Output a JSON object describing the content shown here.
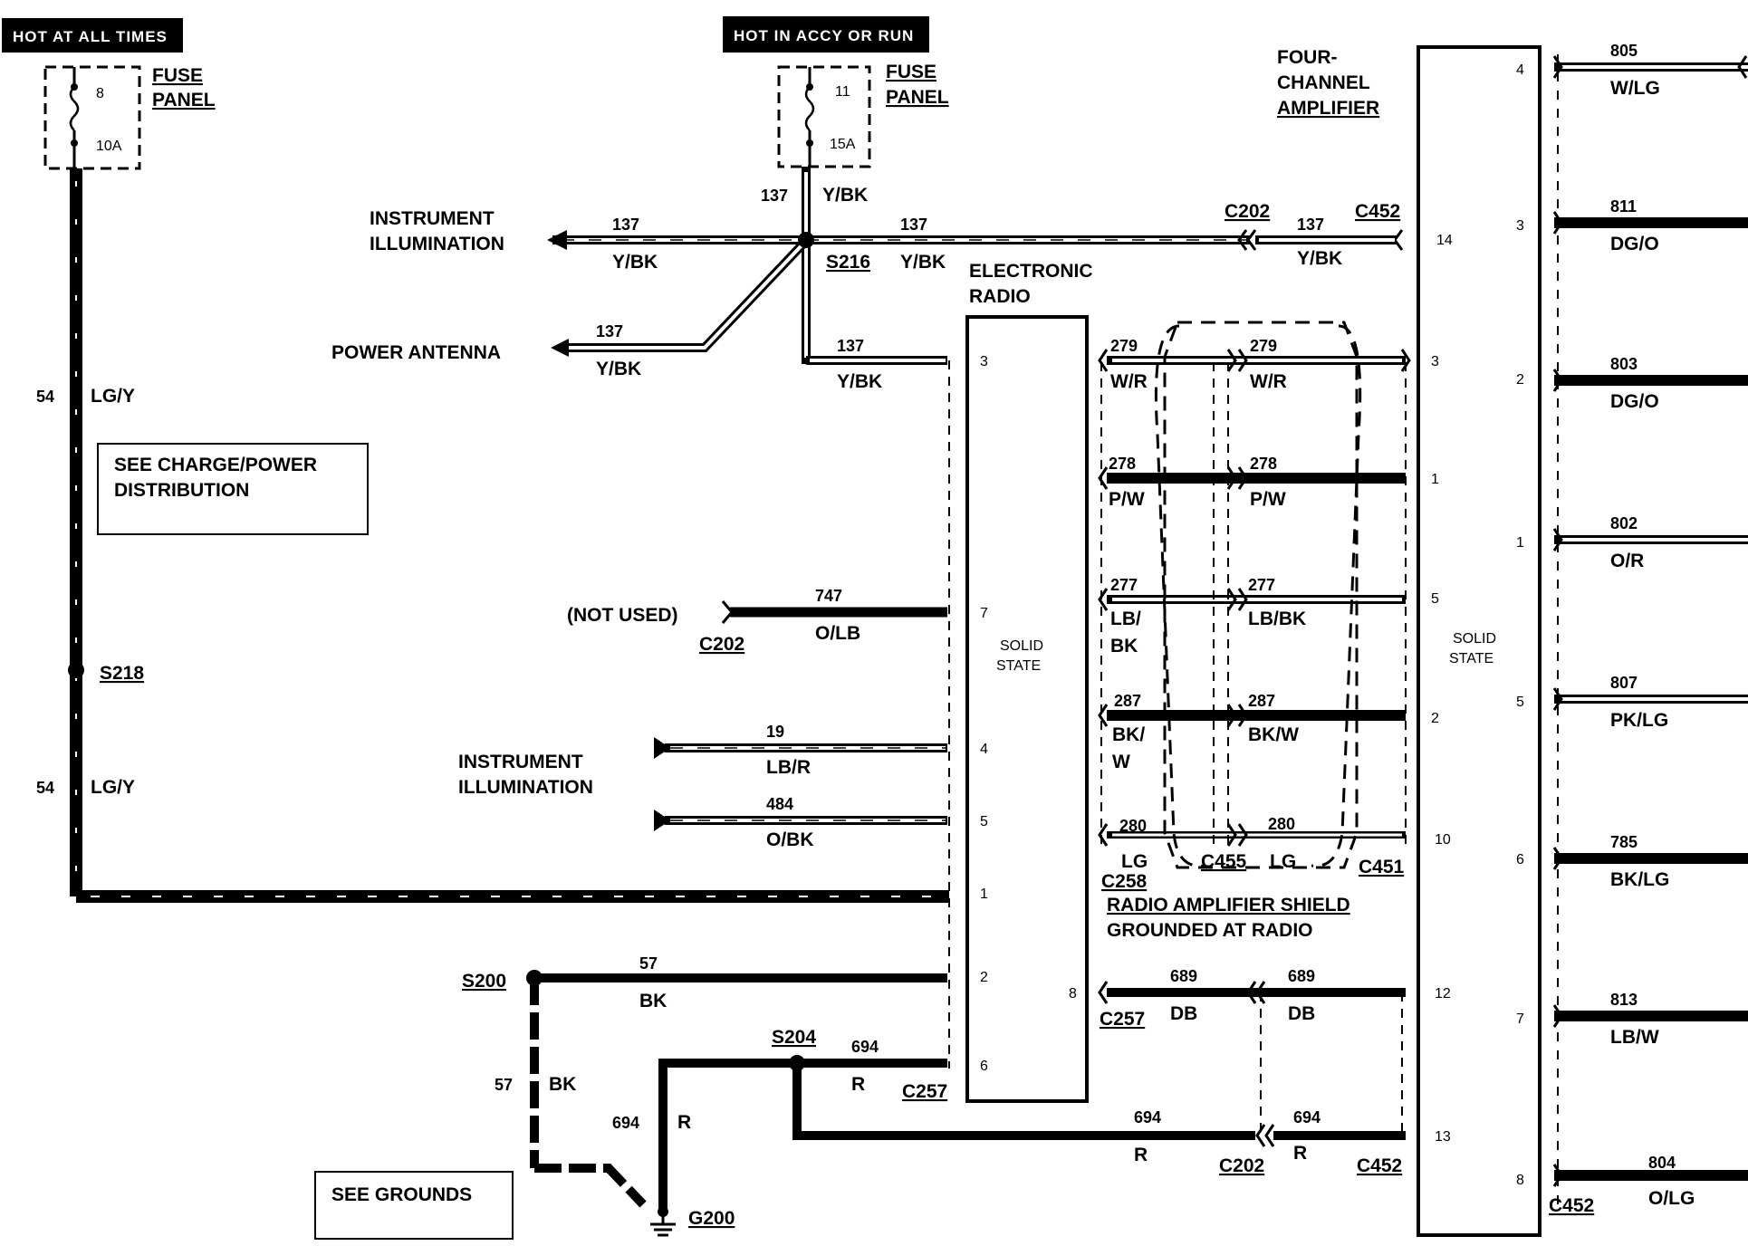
{
  "banners": {
    "hot_at_all_times": "HOT AT ALL TIMES",
    "hot_in_accy_or_run": "HOT IN ACCY OR RUN"
  },
  "fuses": {
    "left": {
      "number": "8",
      "rating": "10A",
      "label1": "FUSE",
      "label2": "PANEL"
    },
    "right": {
      "number": "11",
      "rating": "15A",
      "label1": "FUSE",
      "label2": "PANEL"
    }
  },
  "components": {
    "amplifier1": "FOUR-",
    "amplifier2": "CHANNEL",
    "amplifier3": "AMPLIFIER",
    "radio1": "ELECTRONIC",
    "radio2": "RADIO",
    "radio_state1": "SOLID",
    "radio_state2": "STATE",
    "amp_state1": "SOLID",
    "amp_state2": "STATE",
    "shield1": "RADIO AMPLIFIER SHIELD",
    "shield2": "GROUNDED AT RADIO"
  },
  "destinations": {
    "instrument_illum_top1": "INSTRUMENT",
    "instrument_illum_top2": "ILLUMINATION",
    "power_antenna": "POWER ANTENNA",
    "not_used": "(NOT USED)",
    "instrument_illum_mid1": "INSTRUMENT",
    "instrument_illum_mid2": "ILLUMINATION"
  },
  "notes": {
    "charge1": "SEE CHARGE/POWER",
    "charge2": "DISTRIBUTION",
    "grounds": "SEE GROUNDS"
  },
  "splices": {
    "s216": "S216",
    "s218": "S218",
    "s200": "S200",
    "s204": "S204",
    "g200": "G200"
  },
  "connectors": {
    "c202_top": "C202",
    "c452_top": "C452",
    "c202_nu": "C202",
    "c455": "C455",
    "c451": "C451",
    "c258": "C258",
    "c257_left": "C257",
    "c257_radio": "C257",
    "c202_bot": "C202",
    "c452_bot": "C452",
    "c452_right": "C452"
  },
  "wires": {
    "w54_num_a": "54",
    "w54_col_a": "LG/Y",
    "w54_num_b": "54",
    "w54_col_b": "LG/Y",
    "w137_vert_num": "137",
    "w137_vert_col": "Y/BK",
    "w137_left_num": "137",
    "w137_left_col": "Y/BK",
    "w137_right_num": "137",
    "w137_right_col": "Y/BK",
    "w137_c202_num": "137",
    "w137_c202_col": "Y/BK",
    "w137_ant_num": "137",
    "w137_ant_col": "Y/BK",
    "w137_rad_num": "137",
    "w137_rad_col": "Y/BK",
    "w747_num": "747",
    "w747_col": "O/LB",
    "w19_num": "19",
    "w19_col": "LB/R",
    "w484_num": "484",
    "w484_col": "O/BK",
    "w57_num": "57",
    "w57_col": "BK",
    "w57v_num": "57",
    "w57v_col": "BK",
    "w694a_num": "694",
    "w694a_col": "R",
    "w694v_num": "694",
    "w694v_col": "R",
    "w694b_num": "694",
    "w694b_col": "R",
    "w694c_num": "694",
    "w694c_col": "R",
    "w279a_num": "279",
    "w279a_col": "W/R",
    "w279b_num": "279",
    "w279b_col": "W/R",
    "w278a_num": "278",
    "w278a_col": "P/W",
    "w278b_num": "278",
    "w278b_col": "P/W",
    "w277a_num": "277",
    "w277a_col1": "LB/",
    "w277a_col2": "BK",
    "w277b_num": "277",
    "w277b_col": "LB/BK",
    "w287a_num": "287",
    "w287a_col1": "BK/",
    "w287a_col2": "W",
    "w287b_num": "287",
    "w287b_col": "BK/W",
    "w280a_num": "280",
    "w280a_col": "LG",
    "w280b_num": "280",
    "w280b_col": "LG",
    "w689a_num": "689",
    "w689a_col": "DB",
    "w689b_num": "689",
    "w689b_col": "DB"
  },
  "radio_pins": [
    "3",
    "7",
    "4",
    "5",
    "1",
    "2",
    "8",
    "6"
  ],
  "amp_left_pins": [
    "14",
    "3",
    "1",
    "5",
    "2",
    "10",
    "12",
    "13"
  ],
  "amp_right_pins": [
    "4",
    "3",
    "2",
    "1",
    "5",
    "6",
    "7",
    "8"
  ],
  "speaker_wires": [
    {
      "num": "805",
      "col": "W/LG"
    },
    {
      "num": "811",
      "col": "DG/O"
    },
    {
      "num": "803",
      "col": "DG/O"
    },
    {
      "num": "802",
      "col": "O/R"
    },
    {
      "num": "807",
      "col": "PK/LG"
    },
    {
      "num": "785",
      "col": "BK/LG"
    },
    {
      "num": "813",
      "col": "LB/W"
    },
    {
      "num": "804",
      "col": "O/LG"
    }
  ]
}
